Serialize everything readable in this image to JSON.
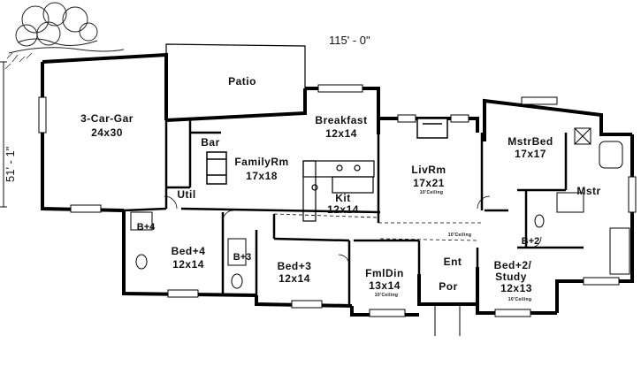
{
  "dimensions": {
    "width": "115' - 0\"",
    "depth": "51' - 1\""
  },
  "rooms": {
    "garage": {
      "name": "3-Car-Gar",
      "size": "24x30"
    },
    "patio": {
      "name": "Patio"
    },
    "breakfast": {
      "name": "Breakfast",
      "size": "12x14"
    },
    "bar": {
      "name": "Bar"
    },
    "family": {
      "name": "FamilyRm",
      "size": "17x18"
    },
    "util": {
      "name": "Util"
    },
    "kit": {
      "name": "Kit",
      "size": "12x14"
    },
    "living": {
      "name": "LivRm",
      "size": "17x21",
      "ceiling": "10'Ceiling"
    },
    "master": {
      "name": "MstrBed",
      "size": "17x17"
    },
    "mstrbath": {
      "name": "Mstr"
    },
    "bath4": {
      "name": "B+4"
    },
    "bed4": {
      "name": "Bed+4",
      "size": "12x14"
    },
    "bath3": {
      "name": "B+3"
    },
    "bed3": {
      "name": "Bed+3",
      "size": "12x14"
    },
    "fmldin": {
      "name": "FmlDin",
      "size": "13x14",
      "ceiling": "10'Ceiling"
    },
    "entry": {
      "name": "Ent",
      "ceiling": "10'Ceiling"
    },
    "porch": {
      "name": "Por"
    },
    "bath2": {
      "name": "B+2"
    },
    "bed2": {
      "name": "Bed+2/",
      "name2": "Study",
      "size": "12x13",
      "ceiling": "10'Ceiling"
    }
  }
}
